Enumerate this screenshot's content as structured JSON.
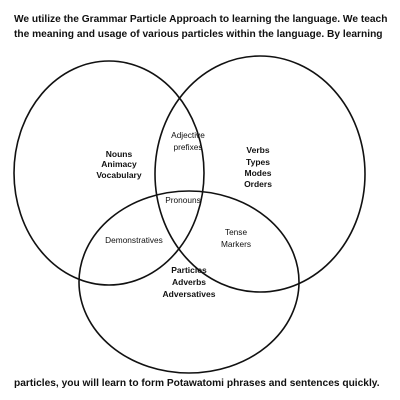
{
  "intro": {
    "line1": "We utilize the Grammar Particle Approach to learning the language.  We teach",
    "line2": "the meaning and usage of various particles within the language.  By learning"
  },
  "outro": {
    "text": "particles, you will learn to form Potawatomi phrases and sentences quickly."
  },
  "venn": {
    "left_circle": [
      "Nouns",
      "Animacy",
      "Vocabulary"
    ],
    "right_circle": [
      "Verbs",
      "Types",
      "Modes",
      "Orders"
    ],
    "bottom_circle": [
      "Particles",
      "Adverbs",
      "Adversatives"
    ],
    "left_right_overlap": [
      "Adjective",
      "prefixes"
    ],
    "left_bottom_overlap": "Demonstratives",
    "right_bottom_overlap": [
      "Tense",
      "Markers"
    ],
    "center_overlap": "Pronouns"
  }
}
